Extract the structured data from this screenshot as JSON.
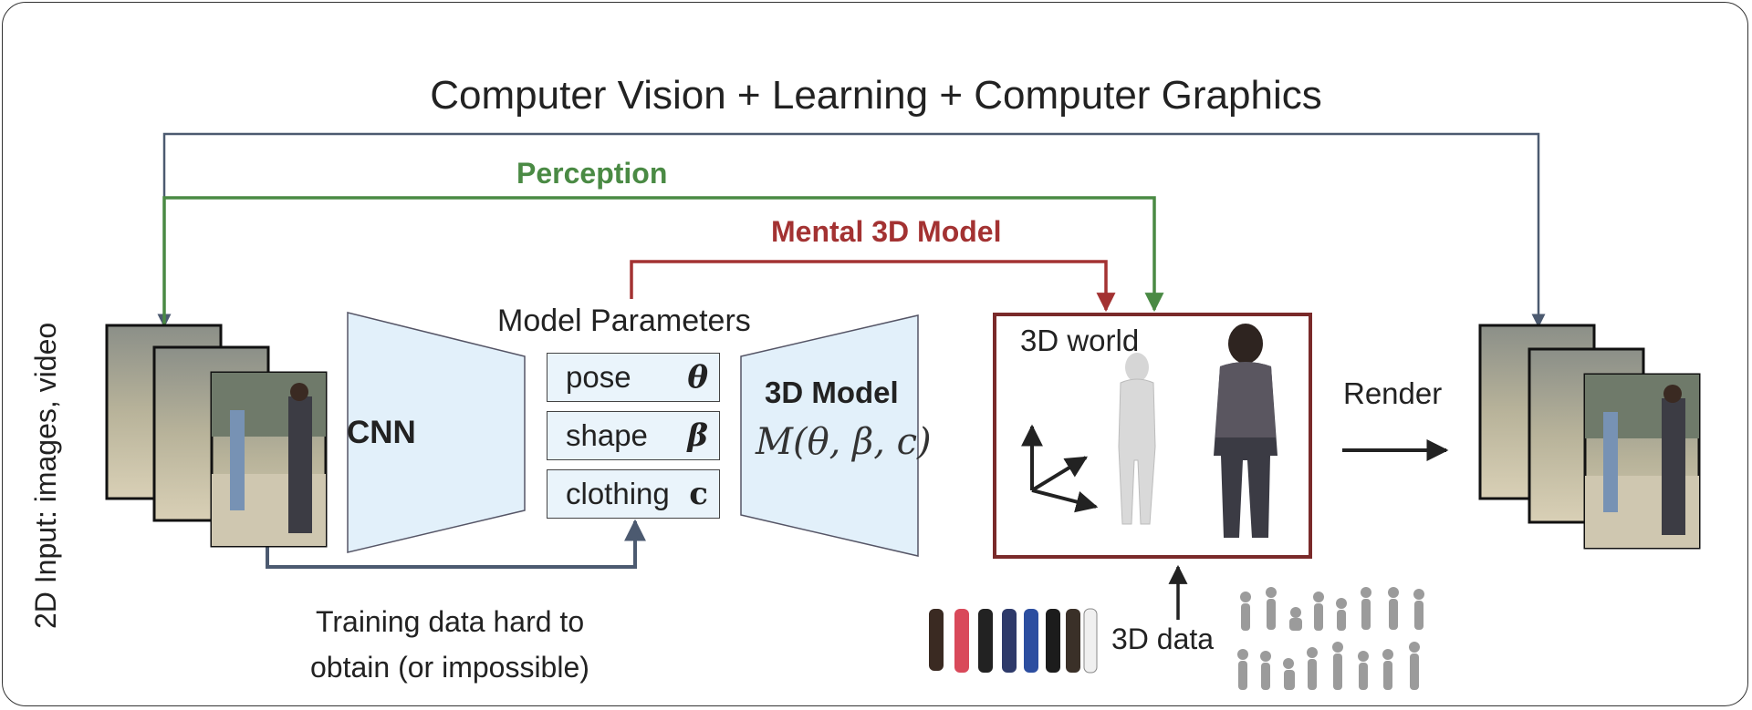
{
  "title": "Computer Vision + Learning + Computer Graphics",
  "arrows": {
    "perception": "Perception",
    "mental_model": "Mental 3D Model"
  },
  "colors": {
    "perception": "#4a8a44",
    "mental_model": "#a33232",
    "graphics": "#4c5a70",
    "training": "#4c5a70",
    "panel_fill": "#e2f0fa"
  },
  "cnn": {
    "label": "CNN"
  },
  "model_parameters": {
    "title": "Model Parameters",
    "items": [
      {
        "name": "pose",
        "symbol": "θ"
      },
      {
        "name": "shape",
        "symbol": "β"
      },
      {
        "name": "clothing",
        "symbol": "c"
      }
    ]
  },
  "model_3d": {
    "title": "3D Model",
    "formula": "M(θ, β, c)"
  },
  "world": {
    "label": "3D world"
  },
  "render": {
    "label": "Render"
  },
  "input": {
    "label": "2D Input: images, video"
  },
  "training": {
    "line1": "Training data hard to",
    "line2": "obtain (or impossible)"
  },
  "data3d": {
    "label": "3D data"
  }
}
